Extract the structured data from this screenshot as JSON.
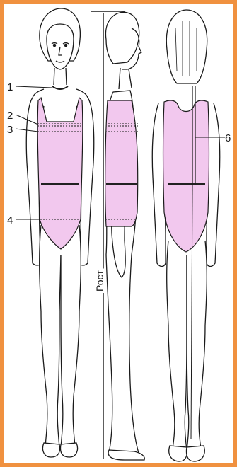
{
  "labels": {
    "m1": "1",
    "m2": "2",
    "m3": "3",
    "m4": "4",
    "m6": "6",
    "height": "Рост"
  },
  "colors": {
    "border": "#f0913f",
    "swimsuit": "#f2c8ee",
    "skin": "#ffffff",
    "line": "#1a1a1a",
    "waist": "#222222"
  },
  "icons": [
    "front-figure",
    "side-figure",
    "back-figure"
  ]
}
